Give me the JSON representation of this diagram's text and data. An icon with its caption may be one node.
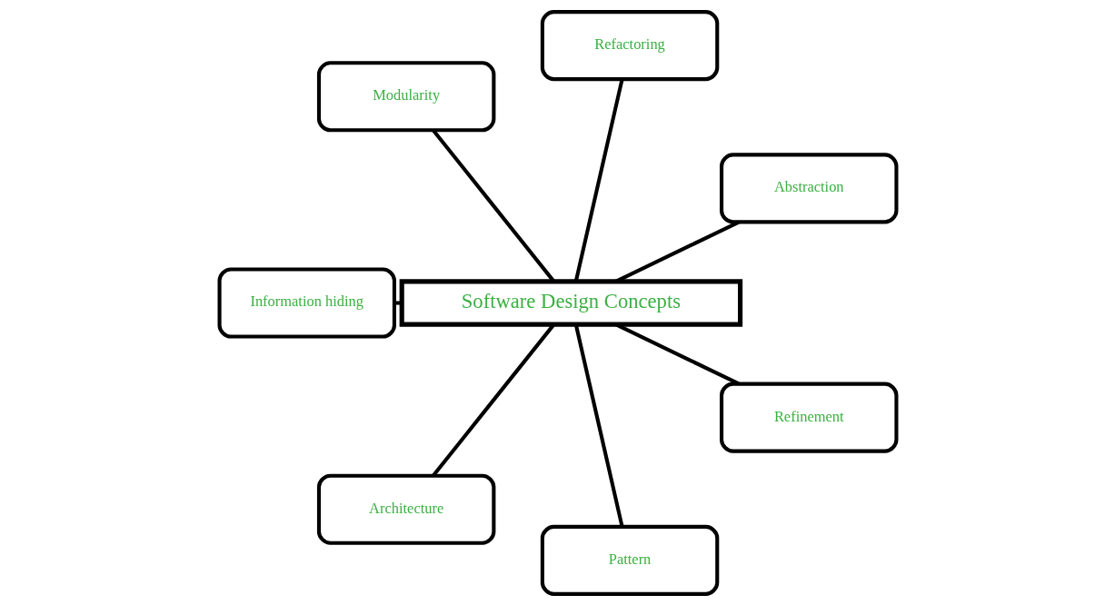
{
  "diagram": {
    "nodes": [
      {
        "text": [
          "Abstraction"
        ]
      },
      {
        "text": [
          "Refactoring"
        ]
      },
      {
        "text": [
          "Modularity"
        ]
      },
      {
        "text": [
          "Software Design Concepts"
        ]
      },
      {
        "text": [
          "Information hiding"
        ]
      },
      {
        "text": [
          "Architecture"
        ]
      },
      {
        "text": [
          "Pattern"
        ]
      },
      {
        "text": [
          "Refinement"
        ]
      }
    ],
    "edges": [
      {
        "from": 3,
        "to": 0,
        "arrow": "none"
      },
      {
        "from": 3,
        "to": 1,
        "arrow": "none"
      },
      {
        "from": 3,
        "to": 2,
        "arrow": "none"
      },
      {
        "from": 3,
        "to": 4,
        "arrow": "none"
      },
      {
        "from": 3,
        "to": 5,
        "arrow": "none"
      },
      {
        "from": 3,
        "to": 6,
        "arrow": "none"
      },
      {
        "from": 3,
        "to": 7,
        "arrow": "none"
      }
    ]
  }
}
